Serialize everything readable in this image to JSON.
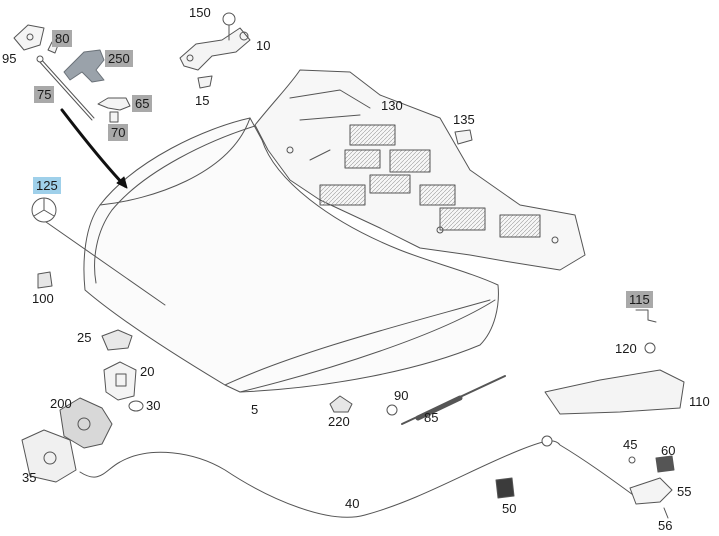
{
  "diagram": {
    "callouts": [
      {
        "id": "c150",
        "text": "150",
        "highlight": ""
      },
      {
        "id": "c10",
        "text": "10",
        "highlight": ""
      },
      {
        "id": "c15",
        "text": "15",
        "highlight": ""
      },
      {
        "id": "c95",
        "text": "95",
        "highlight": ""
      },
      {
        "id": "c80",
        "text": "80",
        "highlight": "#a9a9a9"
      },
      {
        "id": "c250",
        "text": "250",
        "highlight": "#a9a9a9"
      },
      {
        "id": "c75",
        "text": "75",
        "highlight": "#a9a9a9"
      },
      {
        "id": "c65",
        "text": "65",
        "highlight": "#a9a9a9"
      },
      {
        "id": "c70",
        "text": "70",
        "highlight": "#a9a9a9"
      },
      {
        "id": "c130",
        "text": "130",
        "highlight": ""
      },
      {
        "id": "c135",
        "text": "135",
        "highlight": ""
      },
      {
        "id": "c125",
        "text": "125",
        "highlight": "#9fd0ea"
      },
      {
        "id": "c100",
        "text": "100",
        "highlight": ""
      },
      {
        "id": "c115",
        "text": "115",
        "highlight": "#a9a9a9"
      },
      {
        "id": "c120",
        "text": "120",
        "highlight": ""
      },
      {
        "id": "c25",
        "text": "25",
        "highlight": ""
      },
      {
        "id": "c20",
        "text": "20",
        "highlight": ""
      },
      {
        "id": "c30",
        "text": "30",
        "highlight": ""
      },
      {
        "id": "c200",
        "text": "200",
        "highlight": ""
      },
      {
        "id": "c5",
        "text": "5",
        "highlight": ""
      },
      {
        "id": "c90",
        "text": "90",
        "highlight": ""
      },
      {
        "id": "c220",
        "text": "220",
        "highlight": ""
      },
      {
        "id": "c85",
        "text": "85",
        "highlight": ""
      },
      {
        "id": "c110",
        "text": "110",
        "highlight": ""
      },
      {
        "id": "c35",
        "text": "35",
        "highlight": ""
      },
      {
        "id": "c45",
        "text": "45",
        "highlight": ""
      },
      {
        "id": "c60",
        "text": "60",
        "highlight": ""
      },
      {
        "id": "c40",
        "text": "40",
        "highlight": ""
      },
      {
        "id": "c50",
        "text": "50",
        "highlight": ""
      },
      {
        "id": "c55",
        "text": "55",
        "highlight": ""
      },
      {
        "id": "c56",
        "text": "56",
        "highlight": ""
      }
    ],
    "colors": {
      "line": "#555555",
      "part_fill": "#f4f4f4",
      "grey_highlight": "#a9a9a9",
      "blue_highlight": "#9fd0ea"
    }
  }
}
